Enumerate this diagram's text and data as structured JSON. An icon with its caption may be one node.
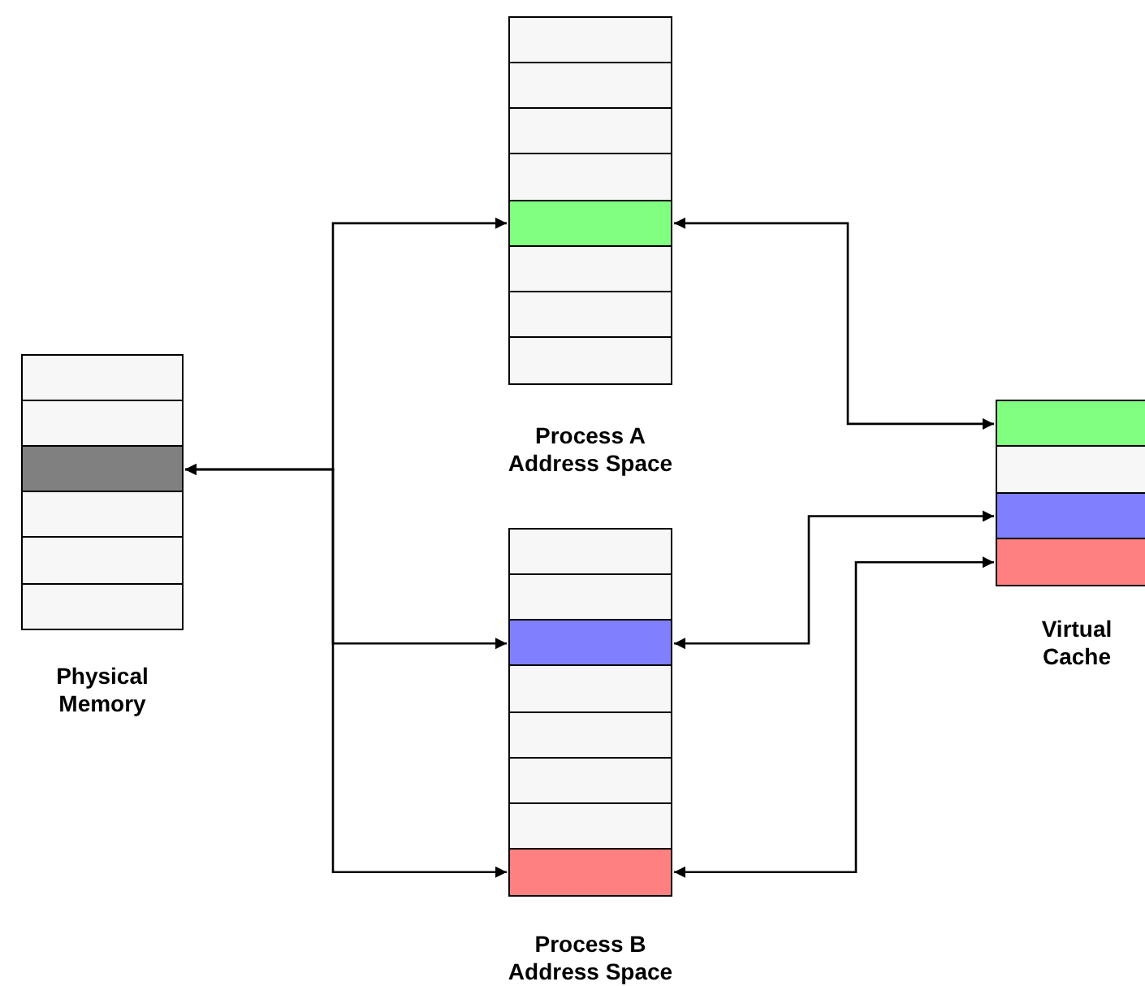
{
  "diagram": {
    "nodes": [
      {
        "text": [
          "Process A Address Space"
        ]
      },
      {
        "text": [],
        "shape": "box",
        "in": 0
      },
      {
        "text": [],
        "shape": "box",
        "in": 0
      },
      {
        "text": [],
        "shape": "box",
        "in": 0
      },
      {
        "text": [],
        "shape": "box",
        "in": 0
      },
      {
        "text": [],
        "shape": "box",
        "in": 0
      },
      {
        "text": [],
        "shape": "box",
        "in": 0
      },
      {
        "text": [],
        "shape": "box",
        "in": 0
      },
      {
        "text": [],
        "shape": "box",
        "in": 0
      },
      {
        "text": [
          "Physical Memory"
        ]
      },
      {
        "text": [],
        "shape": "box",
        "in": 9
      },
      {
        "text": [],
        "shape": "box",
        "in": 9
      },
      {
        "text": [],
        "shape": "box",
        "in": 9
      },
      {
        "text": [],
        "shape": "box",
        "in": 9
      },
      {
        "text": [],
        "shape": "box",
        "in": 9
      },
      {
        "text": [],
        "shape": "box",
        "in": 9
      },
      {
        "text": [
          "Process B Address Space"
        ]
      },
      {
        "text": [],
        "shape": "box",
        "in": 16
      },
      {
        "text": [],
        "shape": "box",
        "in": 16
      },
      {
        "text": [],
        "shape": "box",
        "in": 16
      },
      {
        "text": [],
        "shape": "box",
        "in": 16
      },
      {
        "text": [],
        "shape": "box",
        "in": 16
      },
      {
        "text": [],
        "shape": "box",
        "in": 16
      },
      {
        "text": [],
        "shape": "box",
        "in": 16
      },
      {
        "text": [],
        "shape": "box",
        "in": 16
      },
      {
        "text": [
          "Virtual Cache"
        ]
      },
      {
        "text": [],
        "shape": "box",
        "in": 25
      },
      {
        "text": [],
        "shape": "box",
        "in": 25
      },
      {
        "text": [],
        "shape": "box",
        "in": 25
      },
      {
        "text": [],
        "shape": "box",
        "in": 25
      }
    ],
    "edges": [
      {
        "from": 12,
        "to": 5,
        "arrow": "both"
      },
      {
        "from": 12,
        "to": 19,
        "arrow": "both"
      },
      {
        "from": 12,
        "to": 24,
        "arrow": "both"
      },
      {
        "from": 5,
        "to": 26,
        "arrow": "both"
      },
      {
        "from": 19,
        "to": 28,
        "arrow": "both"
      },
      {
        "from": 24,
        "to": 29,
        "arrow": "both"
      }
    ]
  }
}
